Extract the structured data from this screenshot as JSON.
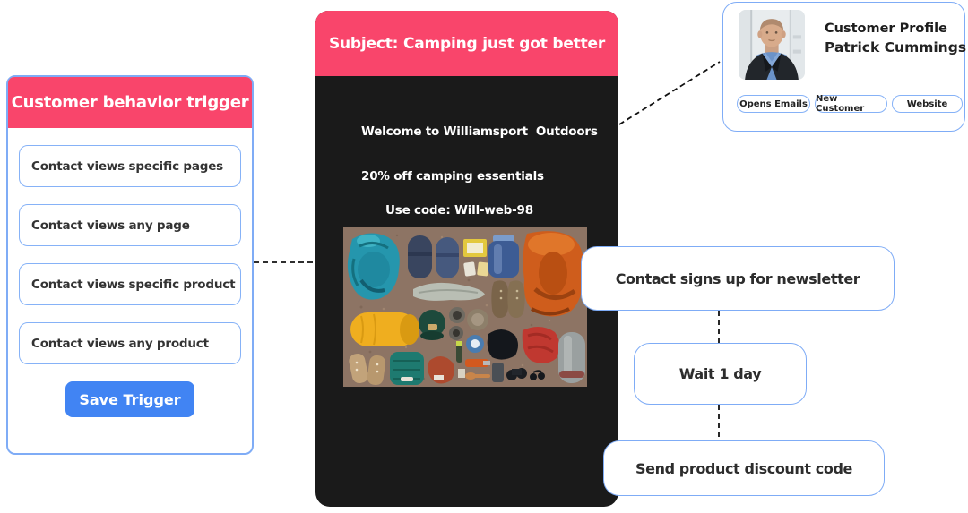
{
  "colors": {
    "accent_pink": "#F9456B",
    "button_blue": "#4184F3",
    "border_blue": "#7FACF6",
    "email_dark": "#1A1A1A"
  },
  "trigger_panel": {
    "title": "Customer behavior trigger",
    "options": [
      "Contact views specific pages",
      "Contact views any page",
      "Contact views specific product",
      "Contact views any product"
    ],
    "save_label": "Save Trigger"
  },
  "email_preview": {
    "subject": "Subject: Camping just got better",
    "heading": "Welcome to Williamsport  Outdoors",
    "offer_line1": "20% off camping essentials",
    "offer_line2": "Use code: Will-web-98",
    "image_name": "camping-gear-flatlay-photo"
  },
  "customer_profile": {
    "title": "Customer Profile",
    "name": "Patrick Cummings",
    "tags": [
      "Opens Emails",
      "New Customer",
      "Website"
    ],
    "photo_name": "patrick-cummings-photo"
  },
  "workflow": {
    "steps": [
      "Contact signs up for newsletter",
      "Wait 1 day",
      "Send product discount code"
    ]
  }
}
